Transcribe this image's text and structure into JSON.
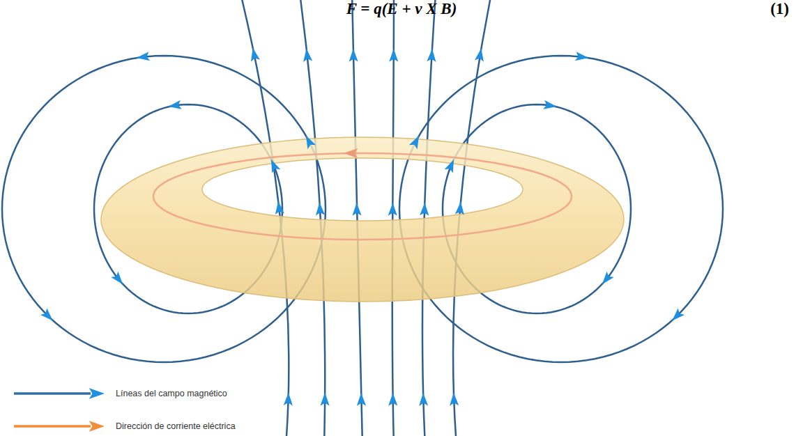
{
  "diagram": {
    "labels": [
      "F = q(E + v X B)",
      "(1)"
    ],
    "legend": [
      {
        "text": "Líneas del campo magnético"
      },
      {
        "text": "Dirección de corriente eléctrica"
      }
    ]
  }
}
